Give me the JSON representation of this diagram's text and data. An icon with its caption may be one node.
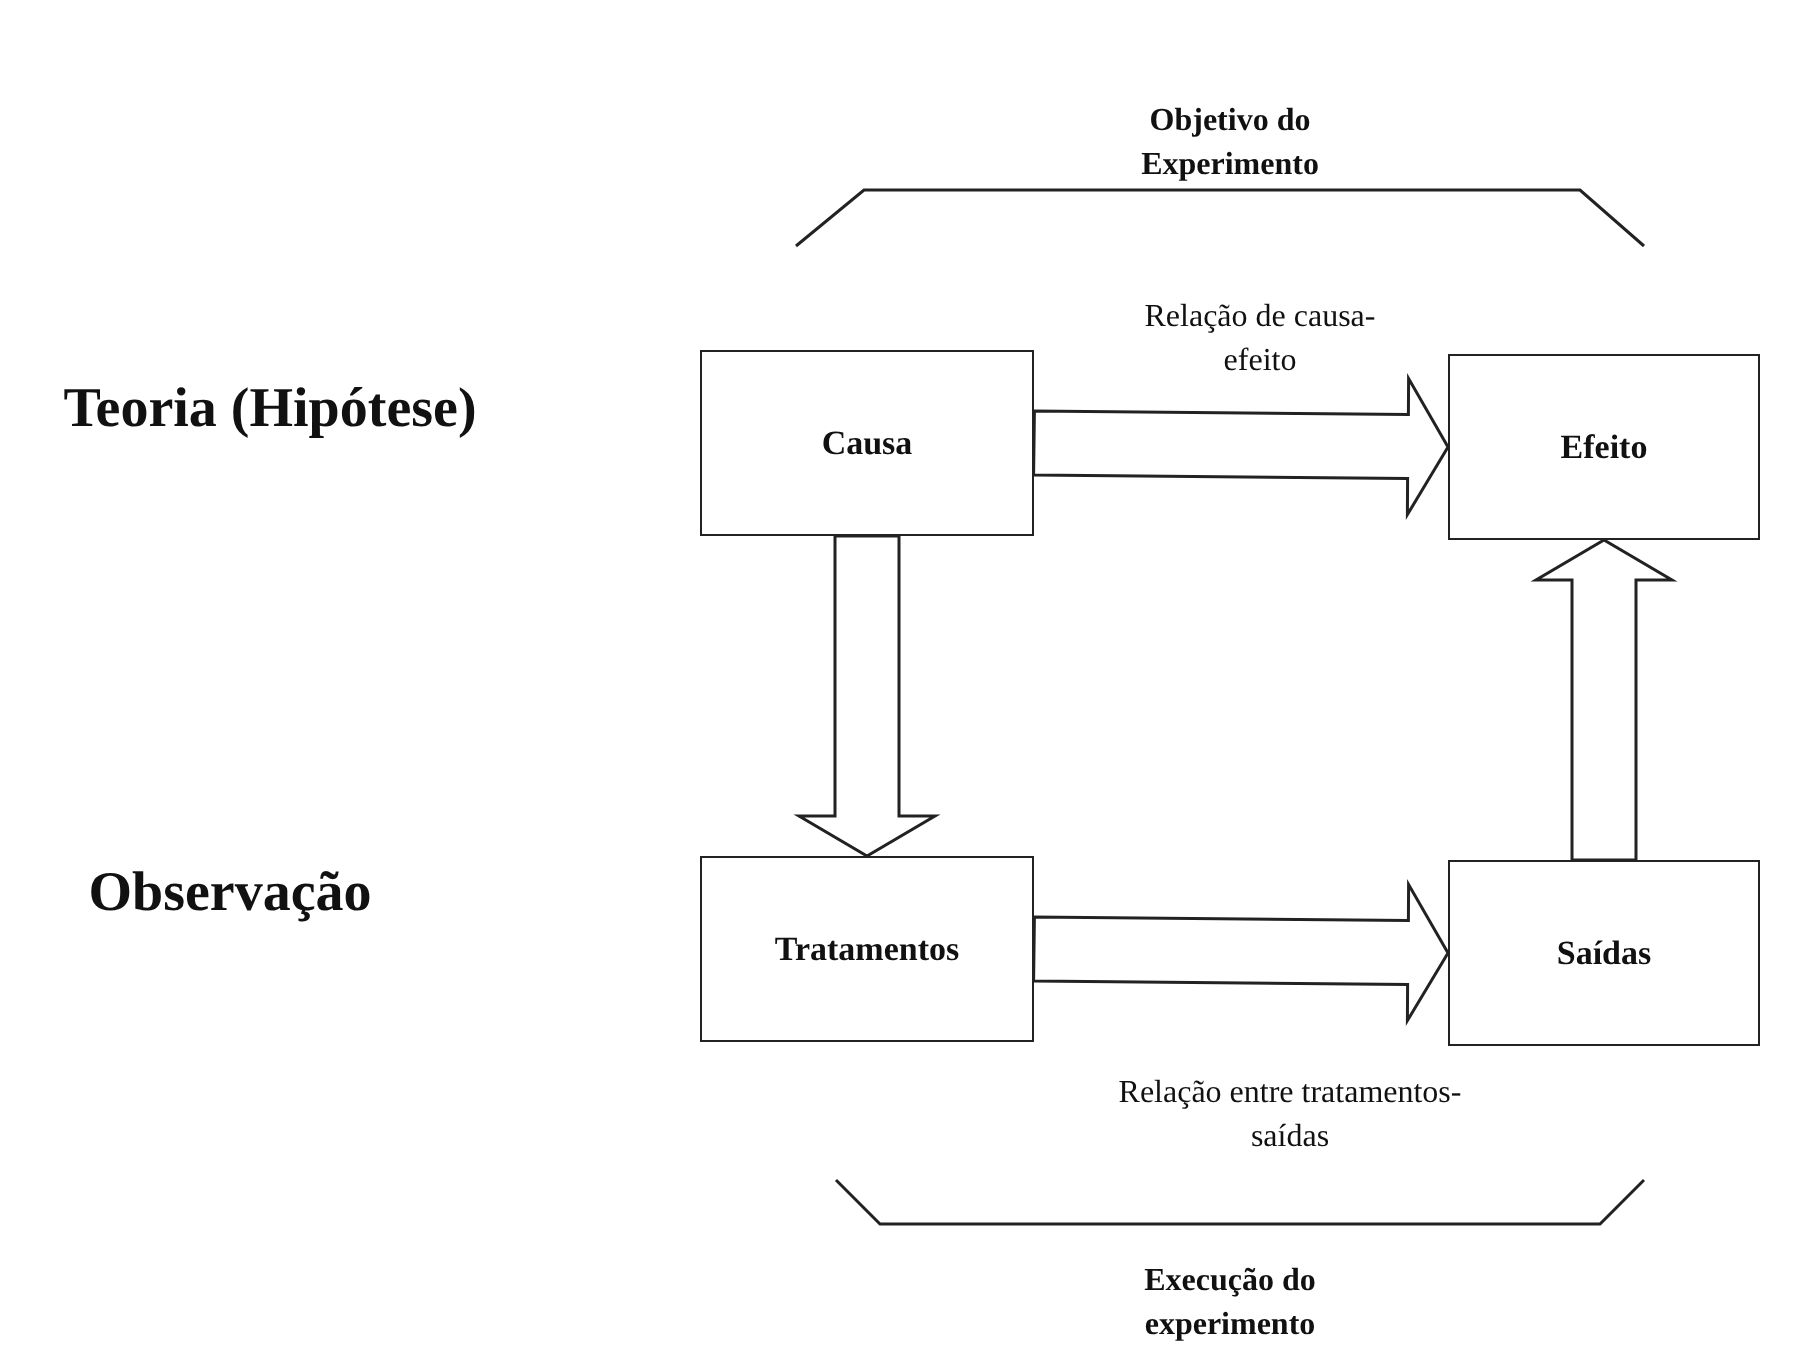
{
  "diagram": {
    "nodes": [
      {
        "text": [
          "Causa"
        ]
      },
      {
        "text": [
          "Efeito"
        ]
      },
      {
        "text": [
          "Tratamentos"
        ]
      },
      {
        "text": [
          "Saídas"
        ]
      }
    ],
    "edges": [
      {
        "from": 0,
        "to": 1,
        "arrow": "to",
        "label": "Relação de causa-efeito"
      },
      {
        "from": 0,
        "to": 2,
        "arrow": "to"
      },
      {
        "from": 2,
        "to": 3,
        "arrow": "to",
        "label": "Relação entre tratamentos-saídas"
      },
      {
        "from": 3,
        "to": 1,
        "arrow": "to"
      }
    ],
    "labels": [
      "Objetivo do Experimento",
      "Teoria (Hipótese)",
      "Observação",
      "Execução do experimento"
    ]
  }
}
